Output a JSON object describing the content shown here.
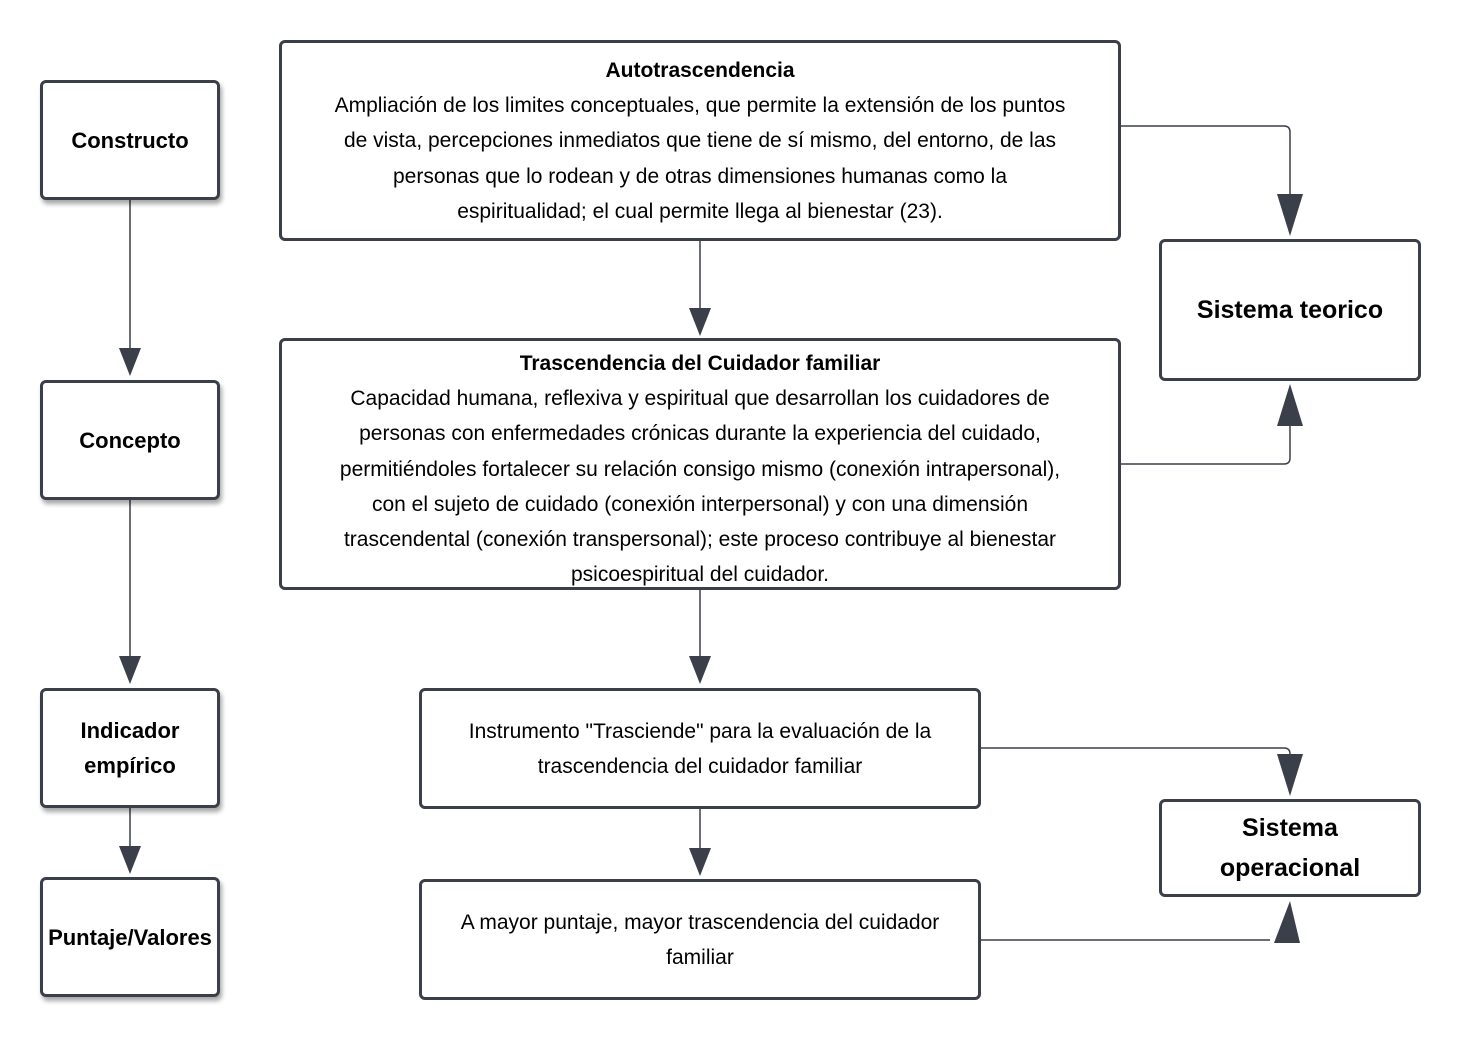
{
  "left_column": {
    "constructo": "Constructo",
    "concepto": "Concepto",
    "indicador_line1": "Indicador",
    "indicador_line2": "empírico",
    "puntaje": "Puntaje/Valores"
  },
  "autotrascendencia": {
    "title": "Autotrascendencia",
    "lines": [
      "Ampliación de los limites conceptuales, que permite la extensión de los puntos",
      "de vista, percepciones inmediatos que tiene de sí mismo, del entorno, de las",
      "personas que lo rodean y de otras dimensiones humanas como la",
      "espiritualidad; el cual permite llega al bienestar (23)."
    ]
  },
  "trascendencia": {
    "title": "Trascendencia del Cuidador familiar",
    "lines": [
      "Capacidad humana, reflexiva y espiritual que desarrollan los cuidadores de",
      "personas con enfermedades crónicas durante la experiencia del cuidado,",
      "permitiéndoles fortalecer su relación consigo mismo (conexión intrapersonal),",
      "con el sujeto de cuidado (conexión interpersonal) y con una dimensión",
      "trascendental (conexión transpersonal); este proceso contribuye al bienestar",
      "psicoespiritual del cuidador."
    ]
  },
  "instrumento": {
    "line1": "Instrumento \"Trasciende\" para la evaluación de la",
    "line2": "trascendencia del cuidador familiar"
  },
  "puntaje_box": {
    "line1": "A mayor puntaje, mayor trascendencia del cuidador",
    "line2": "familiar"
  },
  "right_column": {
    "sistema_teorico": "Sistema teorico",
    "sistema_operacional_line1": "Sistema",
    "sistema_operacional_line2": "operacional"
  },
  "colors": {
    "border": "#3a3f4a",
    "connector": "#3a3f4a"
  }
}
